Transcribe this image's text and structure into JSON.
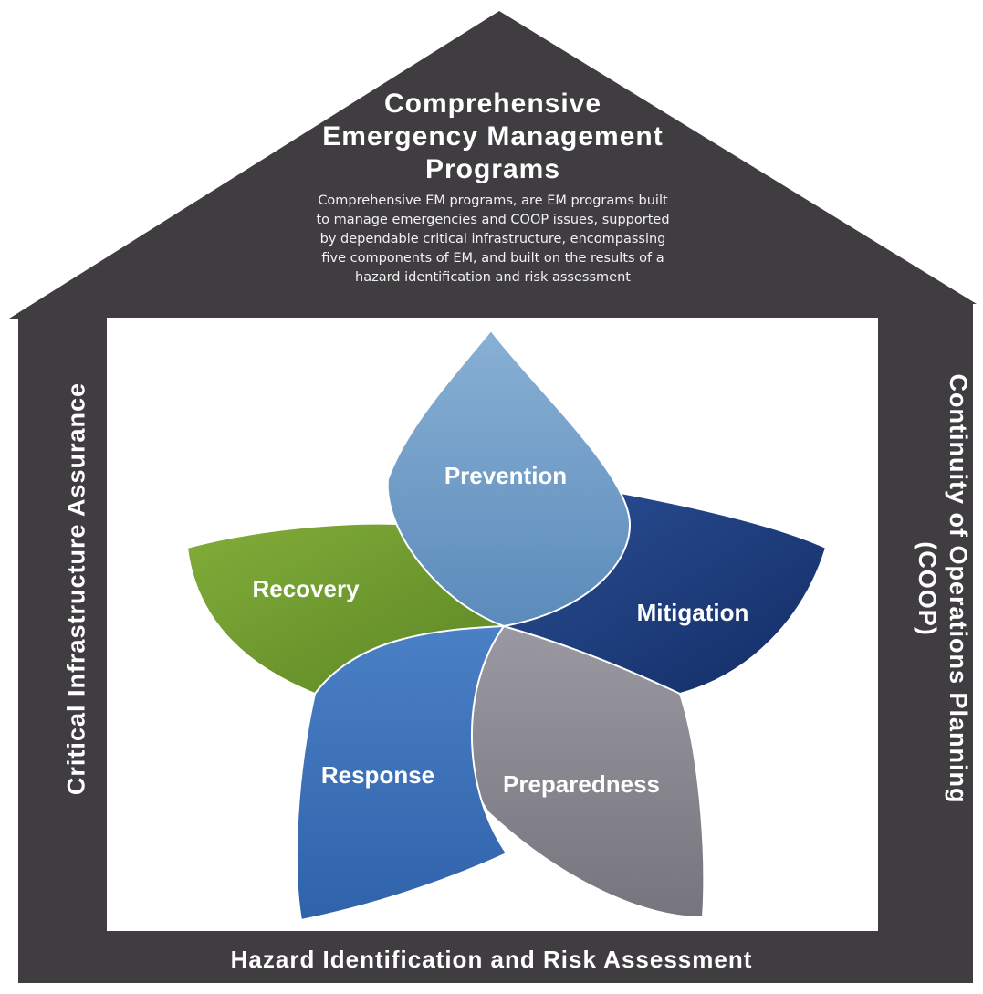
{
  "roof": {
    "title_line1": "Comprehensive",
    "title_line2": "Emergency Management",
    "title_line3": "Programs",
    "desc_line1": "Comprehensive EM programs, are EM programs built",
    "desc_line2": "to manage emergencies and COOP issues, supported",
    "desc_line3": "by dependable critical infrastructure, encompassing",
    "desc_line4": "five components of EM, and built on the results of a",
    "desc_line5": "hazard identification and risk assessment"
  },
  "left_pillar": {
    "label": "Critical Infrastructure Assurance"
  },
  "right_pillar": {
    "label_line1": "Continuity of Operations Planning",
    "label_line2": "(COOP)"
  },
  "foundation": {
    "label": "Hazard Identification and Risk Assessment"
  },
  "petals": {
    "prevention": "Prevention",
    "mitigation": "Mitigation",
    "preparedness": "Preparedness",
    "response": "Response",
    "recovery": "Recovery"
  },
  "colors": {
    "house": "#3f3d40",
    "prevention": "#6f9cc4",
    "mitigation": "#1c3c7e",
    "preparedness": "#8a8890",
    "response": "#3d72bb",
    "recovery": "#6f9a2e"
  }
}
